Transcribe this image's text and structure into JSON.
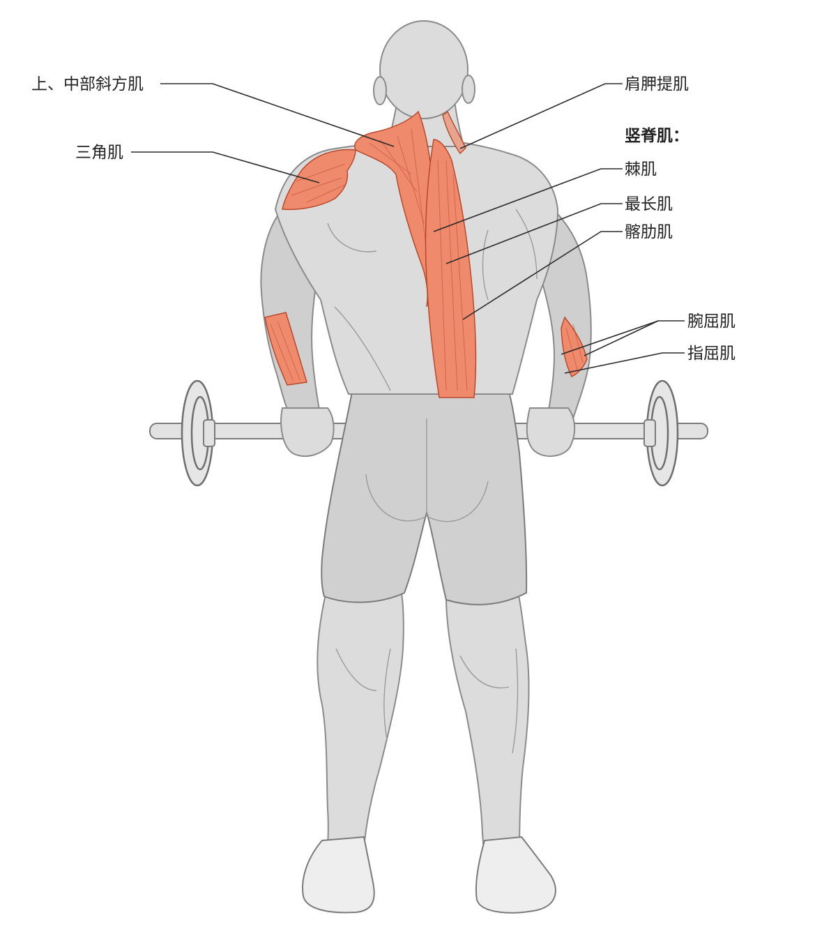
{
  "labels": {
    "trapezius": "上、中部斜方肌",
    "deltoid": "三角肌",
    "levator_scapulae": "肩胛提肌",
    "erector_spinae": "竖脊肌：",
    "spinalis": "棘肌",
    "longissimus": "最长肌",
    "iliocostalis": "髂肋肌",
    "wrist_flexors": "腕屈肌",
    "finger_flexors": "指屈肌"
  },
  "colors": {
    "highlighted_muscle": "#ef8a6c",
    "highlighted_muscle_dark": "#e0673f",
    "skin": "#dcdcdc",
    "leader_line": "#2a2a2a"
  }
}
